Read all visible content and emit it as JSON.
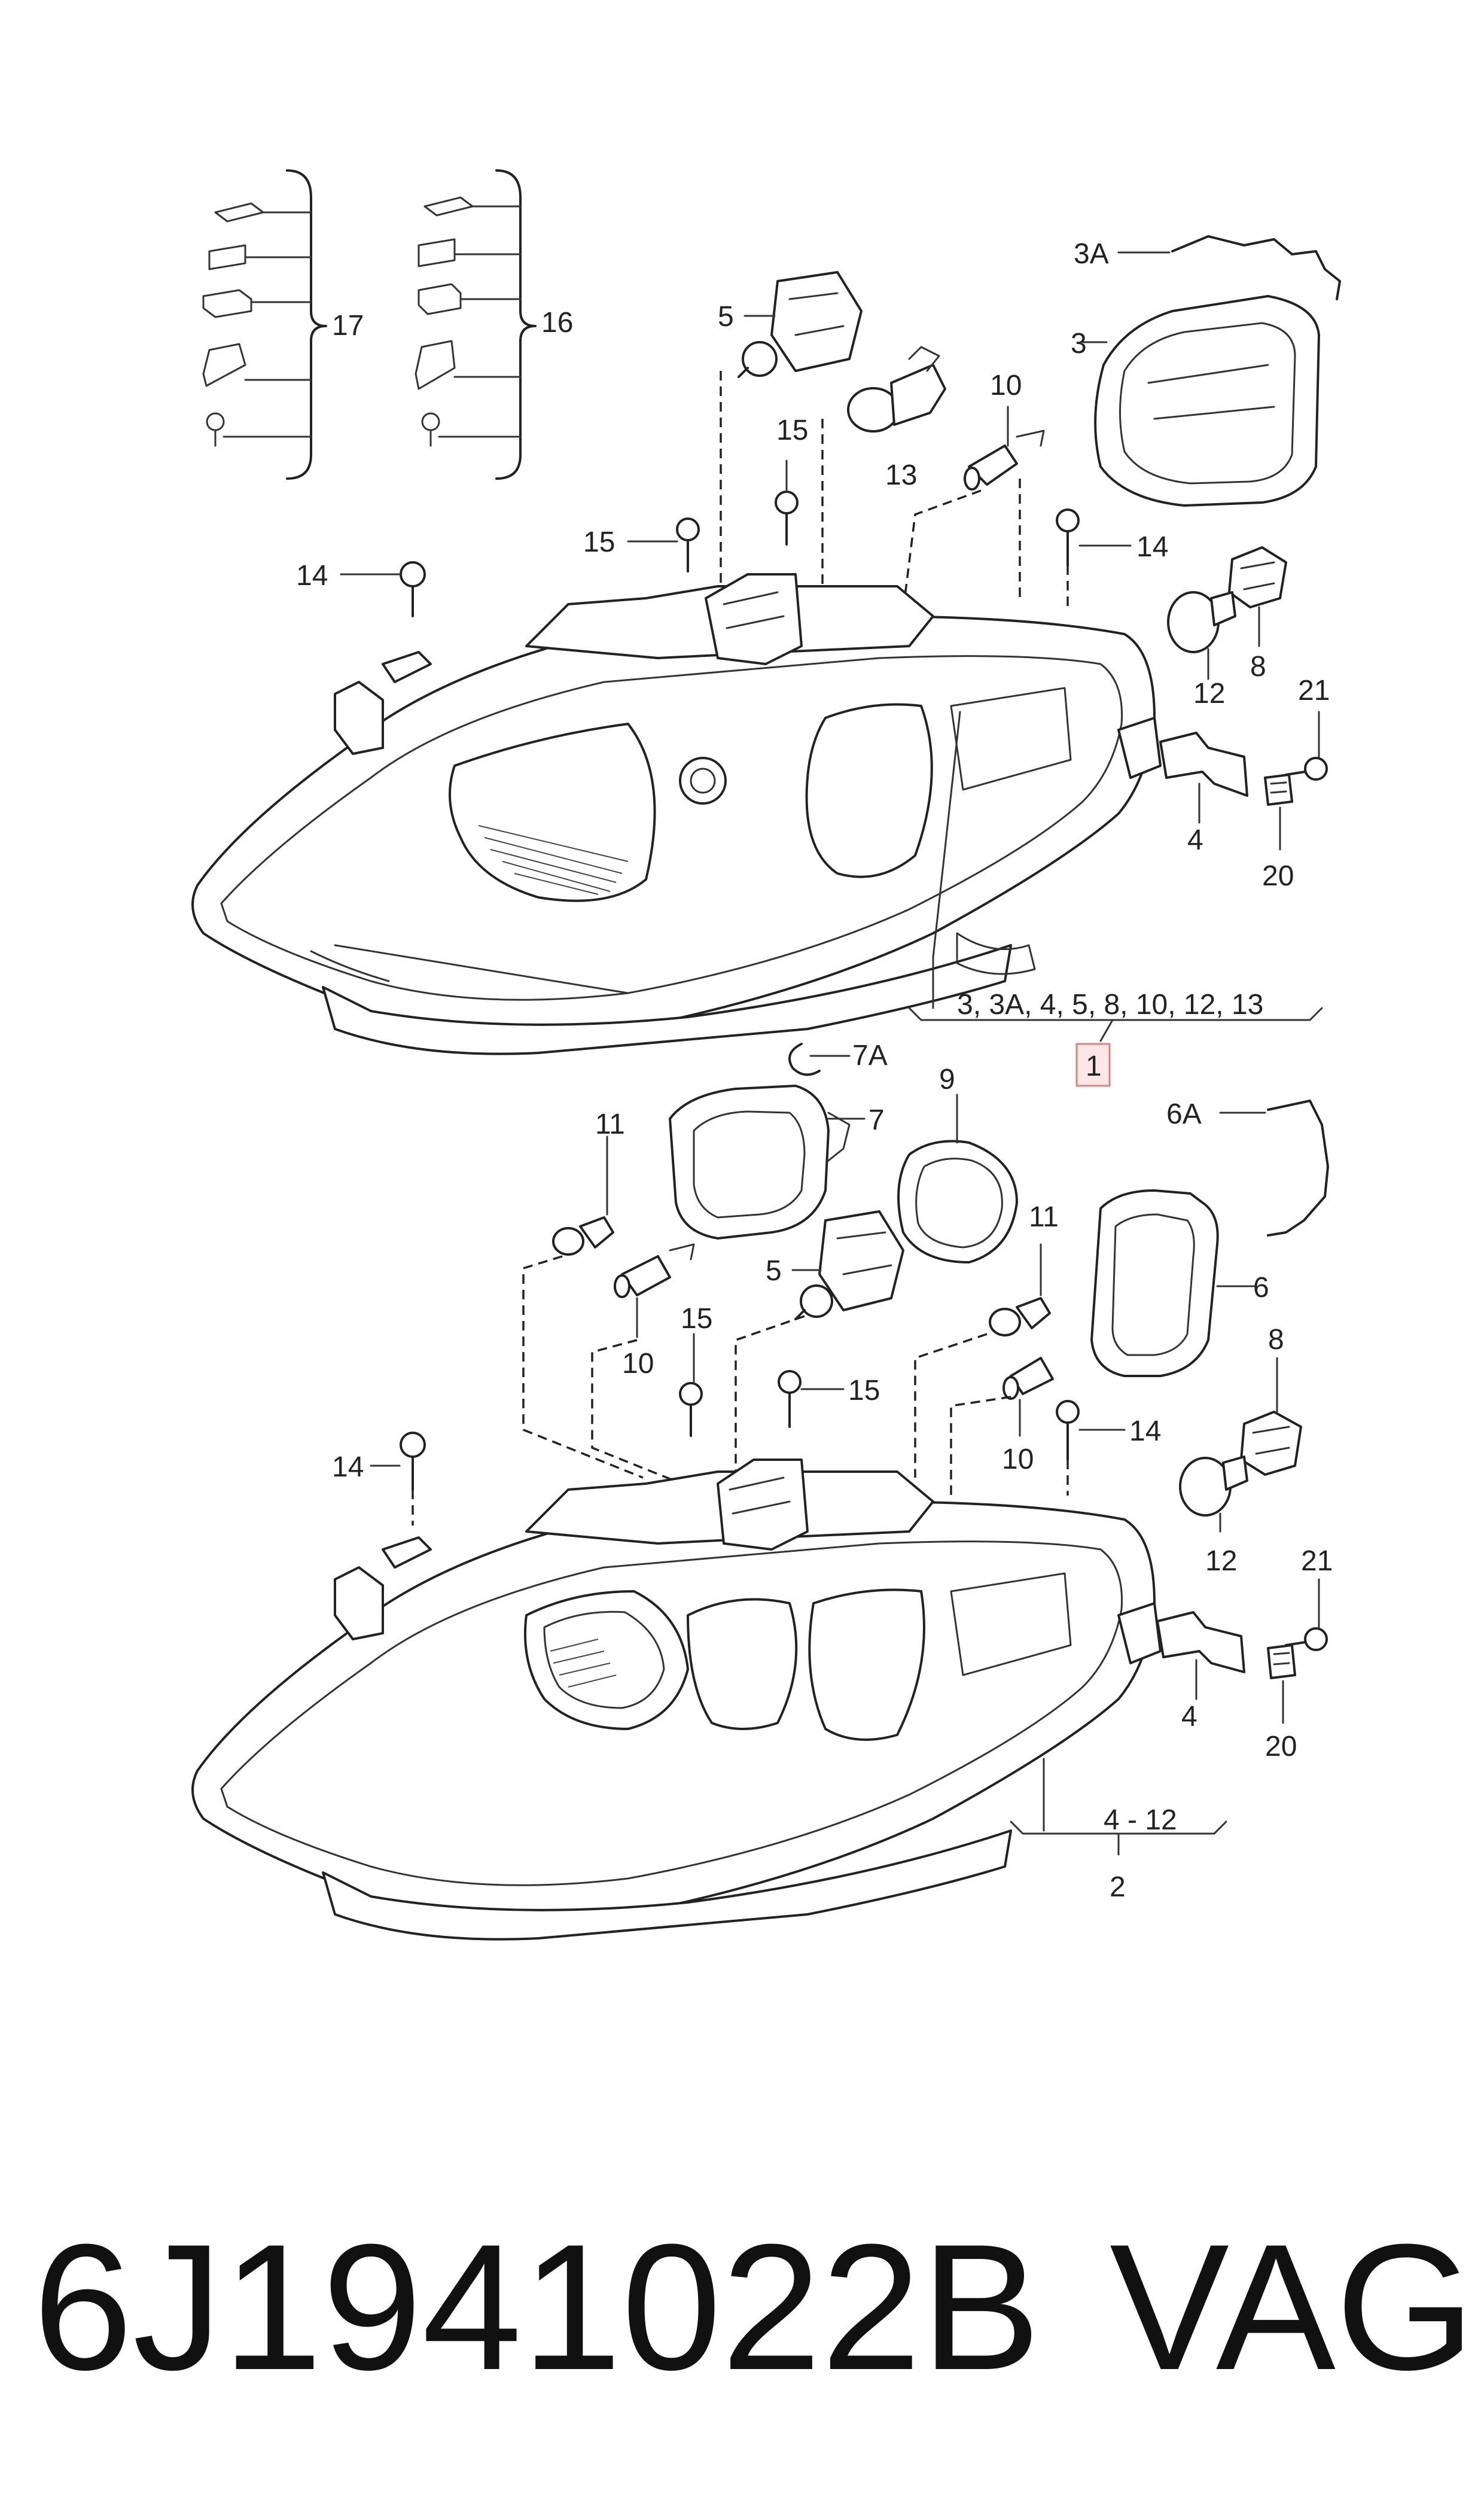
{
  "callouts": {
    "c17": "17",
    "c16": "16",
    "c3A": "3A",
    "c3": "3",
    "c5a": "5",
    "c13": "13",
    "c10a": "10",
    "c15a": "15",
    "c15b": "15",
    "c14a": "14",
    "c14b": "14",
    "c8a": "8",
    "c12a": "12",
    "c21a": "21",
    "c4a": "4",
    "c20a": "20",
    "assembly1_contents": "3, 3A, 4, 5, 8, 10, 12, 13",
    "assembly1": "1",
    "c7A": "7A",
    "c7": "7",
    "c9": "9",
    "c6A": "6A",
    "c11a": "11",
    "c11b": "11",
    "c5b": "5",
    "c10b": "10",
    "c10c": "10",
    "c15c": "15",
    "c15d": "15",
    "c6": "6",
    "c8b": "8",
    "c14c": "14",
    "c14d": "14",
    "c12b": "12",
    "c21b": "21",
    "c4b": "4",
    "c20b": "20",
    "assembly2_contents": "4 - 12",
    "assembly2": "2"
  },
  "footer": {
    "part_number": "6J1941022B",
    "brand": "VAG"
  },
  "colors": {
    "line": "#222222",
    "highlight_fill": "#fde6e6",
    "highlight_stroke": "#e08080",
    "background": "#ffffff"
  }
}
